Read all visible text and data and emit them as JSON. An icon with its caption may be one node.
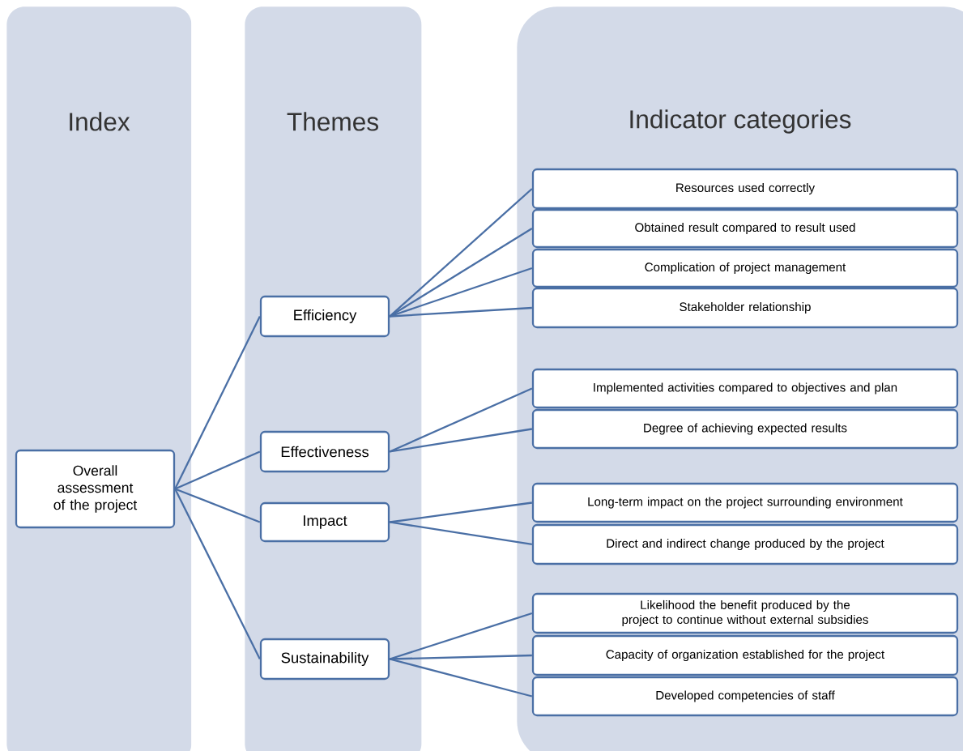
{
  "diagram": {
    "nodes": [
      {
        "text": [
          "Index"
        ]
      },
      {
        "text": [
          "Themes"
        ]
      },
      {
        "text": [
          "Indicator categories"
        ]
      },
      {
        "text": [
          "Overall assessment of the project"
        ],
        "in": 0
      },
      {
        "text": [
          "Efficiency"
        ],
        "in": 1
      },
      {
        "text": [
          "Effectiveness"
        ],
        "in": 1
      },
      {
        "text": [
          "Impact"
        ],
        "in": 1
      },
      {
        "text": [
          "Sustainability"
        ],
        "in": 1
      },
      {
        "text": [
          "Resources used correctly"
        ],
        "in": 2
      },
      {
        "text": [
          "Obtained result compared to result used"
        ],
        "in": 2
      },
      {
        "text": [
          "Complication of project management"
        ],
        "in": 2
      },
      {
        "text": [
          "Stakeholder relationship"
        ],
        "in": 2
      },
      {
        "text": [
          "Implemented activities compared to objectives and plan"
        ],
        "in": 2
      },
      {
        "text": [
          "Degree of achieving expected results"
        ],
        "in": 2
      },
      {
        "text": [
          "Long-term impact on the project surrounding environment"
        ],
        "in": 2
      },
      {
        "text": [
          "Direct and indirect change produced by the project"
        ],
        "in": 2
      },
      {
        "text": [
          "Likelihood the benefit produced by the project to continue without external subsidies"
        ],
        "in": 2
      },
      {
        "text": [
          "Capacity of organization established for the project"
        ],
        "in": 2
      },
      {
        "text": [
          "Developed competencies of staff"
        ],
        "in": 2
      }
    ],
    "edges": [
      {
        "from": 3,
        "to": 4,
        "arrow": "none"
      },
      {
        "from": 3,
        "to": 5,
        "arrow": "none"
      },
      {
        "from": 3,
        "to": 6,
        "arrow": "none"
      },
      {
        "from": 3,
        "to": 7,
        "arrow": "none"
      },
      {
        "from": 4,
        "to": 8,
        "arrow": "none"
      },
      {
        "from": 4,
        "to": 9,
        "arrow": "none"
      },
      {
        "from": 4,
        "to": 10,
        "arrow": "none"
      },
      {
        "from": 4,
        "to": 11,
        "arrow": "none"
      },
      {
        "from": 5,
        "to": 12,
        "arrow": "none"
      },
      {
        "from": 5,
        "to": 13,
        "arrow": "none"
      },
      {
        "from": 6,
        "to": 14,
        "arrow": "none"
      },
      {
        "from": 6,
        "to": 15,
        "arrow": "none"
      },
      {
        "from": 7,
        "to": 16,
        "arrow": "none"
      },
      {
        "from": 7,
        "to": 17,
        "arrow": "none"
      },
      {
        "from": 7,
        "to": 18,
        "arrow": "none"
      }
    ]
  }
}
